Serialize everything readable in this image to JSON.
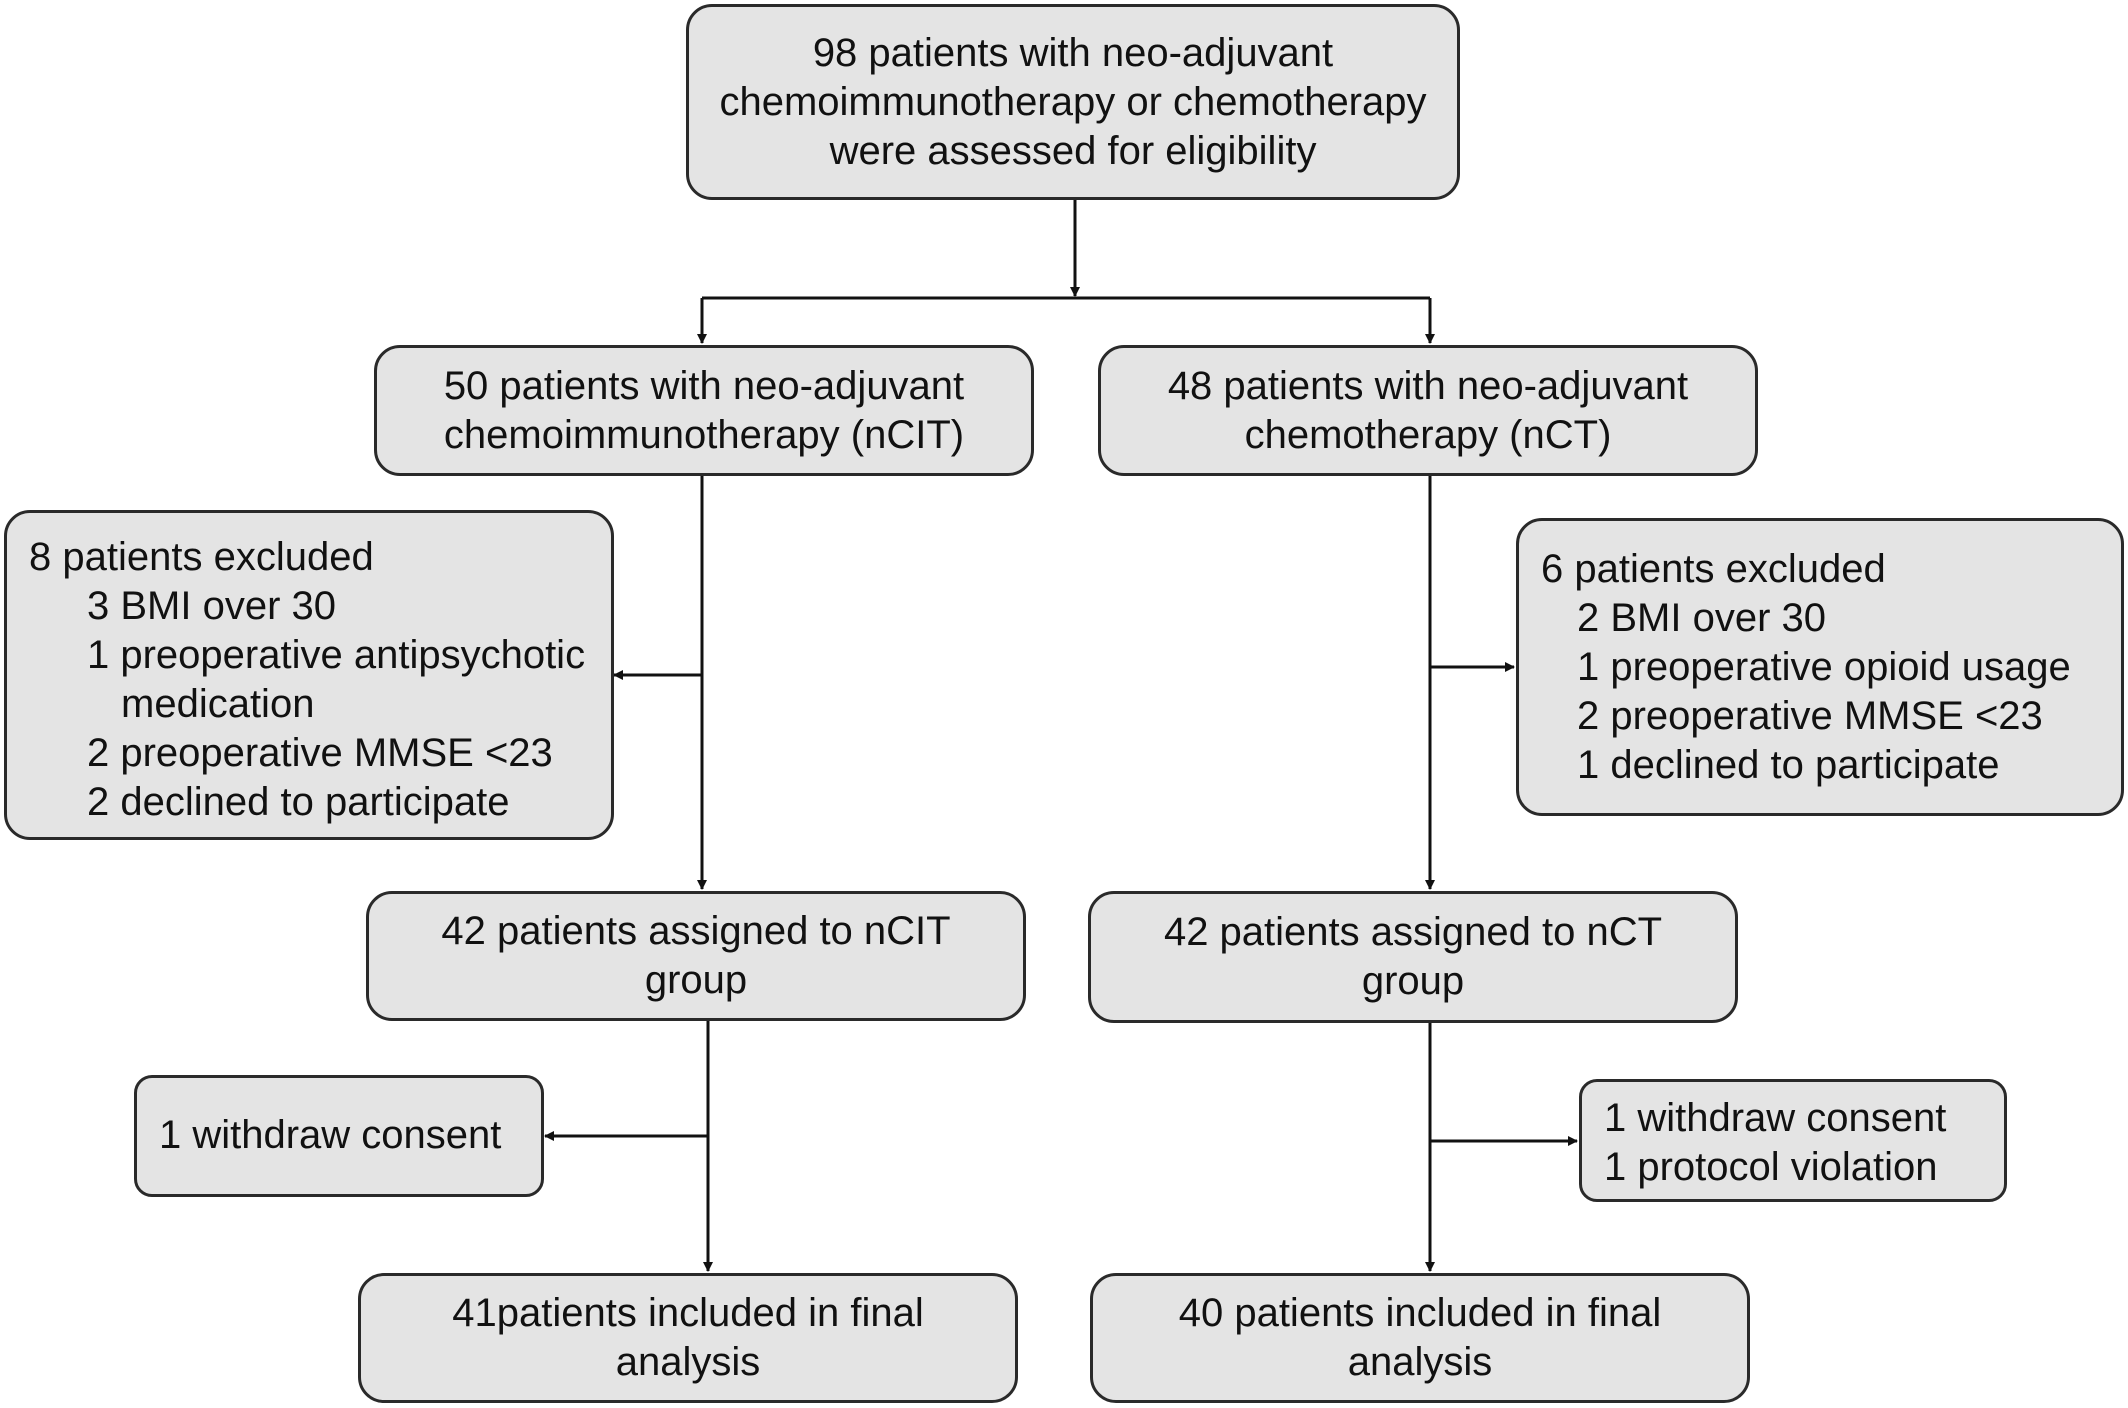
{
  "flowchart": {
    "top": [
      "98 patients with neo-adjuvant",
      "chemoimmunotherapy or chemotherapy",
      "were assessed for eligibility"
    ],
    "left": {
      "arm": [
        "50 patients with neo-adjuvant",
        "chemoimmunotherapy (nCIT)"
      ],
      "excluded": {
        "title": "8 patients  excluded",
        "items": [
          "3 BMI over 30",
          "1 preoperative antipsychotic",
          "medication",
          "2 preoperative MMSE <23",
          "2 declined to participate"
        ]
      },
      "assigned": [
        "42 patients assigned to nCIT",
        "group"
      ],
      "withdrawn": [
        "1 withdraw consent"
      ],
      "final": [
        "41patients included in final",
        "analysis"
      ]
    },
    "right": {
      "arm": [
        "48 patients with neo-adjuvant",
        "chemotherapy (nCT)"
      ],
      "excluded": {
        "title": "6 patients  excluded",
        "items": [
          "2 BMI over 30",
          "1 preoperative opioid usage",
          "2 preoperative MMSE <23",
          "1 declined to participate"
        ]
      },
      "assigned": [
        "42 patients assigned to nCT",
        "group"
      ],
      "withdrawn": [
        "1 withdraw consent",
        "1 protocol violation"
      ],
      "final": [
        "40 patients included in final",
        "analysis"
      ]
    }
  },
  "colors": {
    "box_fill": "#e4e4e4",
    "border": "#2a2a2a",
    "line": "#111111"
  }
}
